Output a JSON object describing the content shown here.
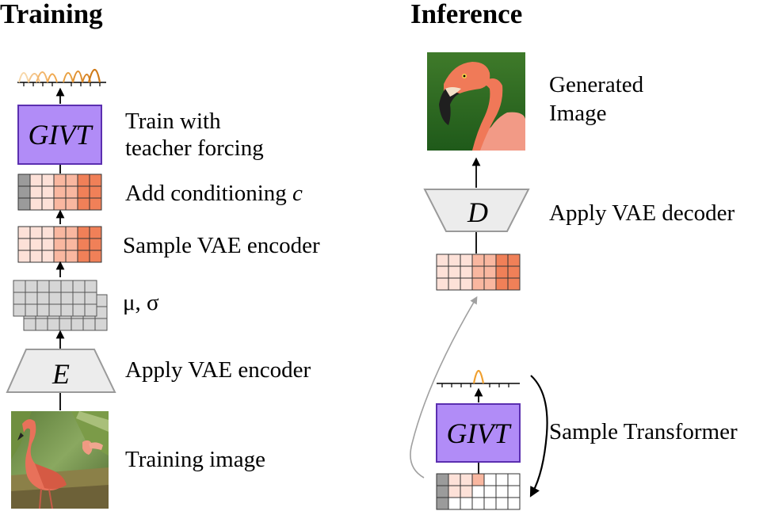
{
  "training": {
    "title": "Training",
    "givt_label": "GIVT",
    "encoder_label": "E",
    "step_train": [
      "Train with",
      "teacher forcing"
    ],
    "step_conditioning": "Add conditioning ",
    "step_conditioning_var": "c",
    "step_sample": "Sample VAE encoder",
    "step_musigma": "μ, σ",
    "step_encoder": "Apply VAE encoder",
    "step_image": "Training image"
  },
  "inference": {
    "title": "Inference",
    "decoder_label": "D",
    "givt_label": "GIVT",
    "step_generated": [
      "Generated",
      "Image"
    ],
    "step_decoder": "Apply VAE decoder",
    "step_transformer": "Sample Transformer"
  },
  "colors": {
    "givt_fill": "#b18cf7",
    "givt_stroke": "#5b2fb0",
    "trapezoid_fill": "#ececec",
    "trapezoid_stroke": "#9a9a9a",
    "grid_gray": "#d6d6d6",
    "cond_gray": "#9b9b9b",
    "orange": "#f0a030",
    "salmon_light": "#fde1d8",
    "salmon_mid": "#f9b7a0",
    "salmon_dark": "#f08058"
  }
}
